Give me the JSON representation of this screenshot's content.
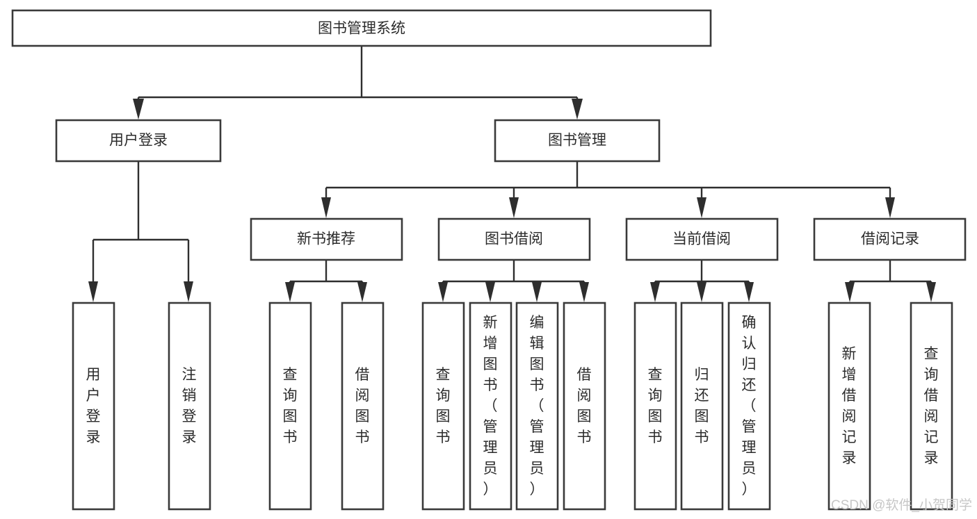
{
  "diagram": {
    "title": "图书管理系统",
    "type": "tree-hierarchy",
    "levels": 4,
    "root": {
      "id": "root",
      "label": "图书管理系统",
      "orientation": "horizontal"
    },
    "level2": [
      {
        "id": "user-login",
        "label": "用户登录",
        "orientation": "horizontal"
      },
      {
        "id": "book-manage",
        "label": "图书管理",
        "orientation": "horizontal"
      }
    ],
    "level3": [
      {
        "id": "new-book-recommend",
        "label": "新书推荐",
        "orientation": "horizontal",
        "parent": "book-manage"
      },
      {
        "id": "book-borrow",
        "label": "图书借阅",
        "orientation": "horizontal",
        "parent": "book-manage"
      },
      {
        "id": "current-borrow",
        "label": "当前借阅",
        "orientation": "horizontal",
        "parent": "book-manage"
      },
      {
        "id": "borrow-record",
        "label": "借阅记录",
        "orientation": "horizontal",
        "parent": "book-manage"
      }
    ],
    "leaves": [
      {
        "id": "leaf-user-login",
        "label": "用户登录",
        "orientation": "vertical",
        "parent": "user-login"
      },
      {
        "id": "leaf-user-logout",
        "label": "注销登录",
        "orientation": "vertical",
        "parent": "user-login"
      },
      {
        "id": "leaf-query-book-1",
        "label": "查询图书",
        "orientation": "vertical",
        "parent": "new-book-recommend"
      },
      {
        "id": "leaf-borrow-book-1",
        "label": "借阅图书",
        "orientation": "vertical",
        "parent": "new-book-recommend"
      },
      {
        "id": "leaf-query-book-2",
        "label": "查询图书",
        "orientation": "vertical",
        "parent": "book-borrow"
      },
      {
        "id": "leaf-add-book",
        "label": "新增图书（管理员）",
        "orientation": "vertical",
        "parent": "book-borrow"
      },
      {
        "id": "leaf-edit-book",
        "label": "编辑图书（管理员）",
        "orientation": "vertical",
        "parent": "book-borrow"
      },
      {
        "id": "leaf-borrow-book-2",
        "label": "借阅图书",
        "orientation": "vertical",
        "parent": "book-borrow"
      },
      {
        "id": "leaf-query-book-3",
        "label": "查询图书",
        "orientation": "vertical",
        "parent": "current-borrow"
      },
      {
        "id": "leaf-return-book",
        "label": "归还图书",
        "orientation": "vertical",
        "parent": "current-borrow"
      },
      {
        "id": "leaf-confirm-return",
        "label": "确认归还（管理员）",
        "orientation": "vertical",
        "parent": "current-borrow"
      },
      {
        "id": "leaf-add-record",
        "label": "新增借阅记录",
        "orientation": "vertical",
        "parent": "borrow-record"
      },
      {
        "id": "leaf-query-record",
        "label": "查询借阅记录",
        "orientation": "vertical",
        "parent": "borrow-record"
      }
    ]
  },
  "watermark": {
    "text": "CSDN @软件_小贺同学"
  },
  "colors": {
    "background": "#ffffff",
    "box_border": "#3a3a3a",
    "edge": "#2e2e2e",
    "text": "#2b2b2b",
    "watermark": "#c7c7c7"
  }
}
